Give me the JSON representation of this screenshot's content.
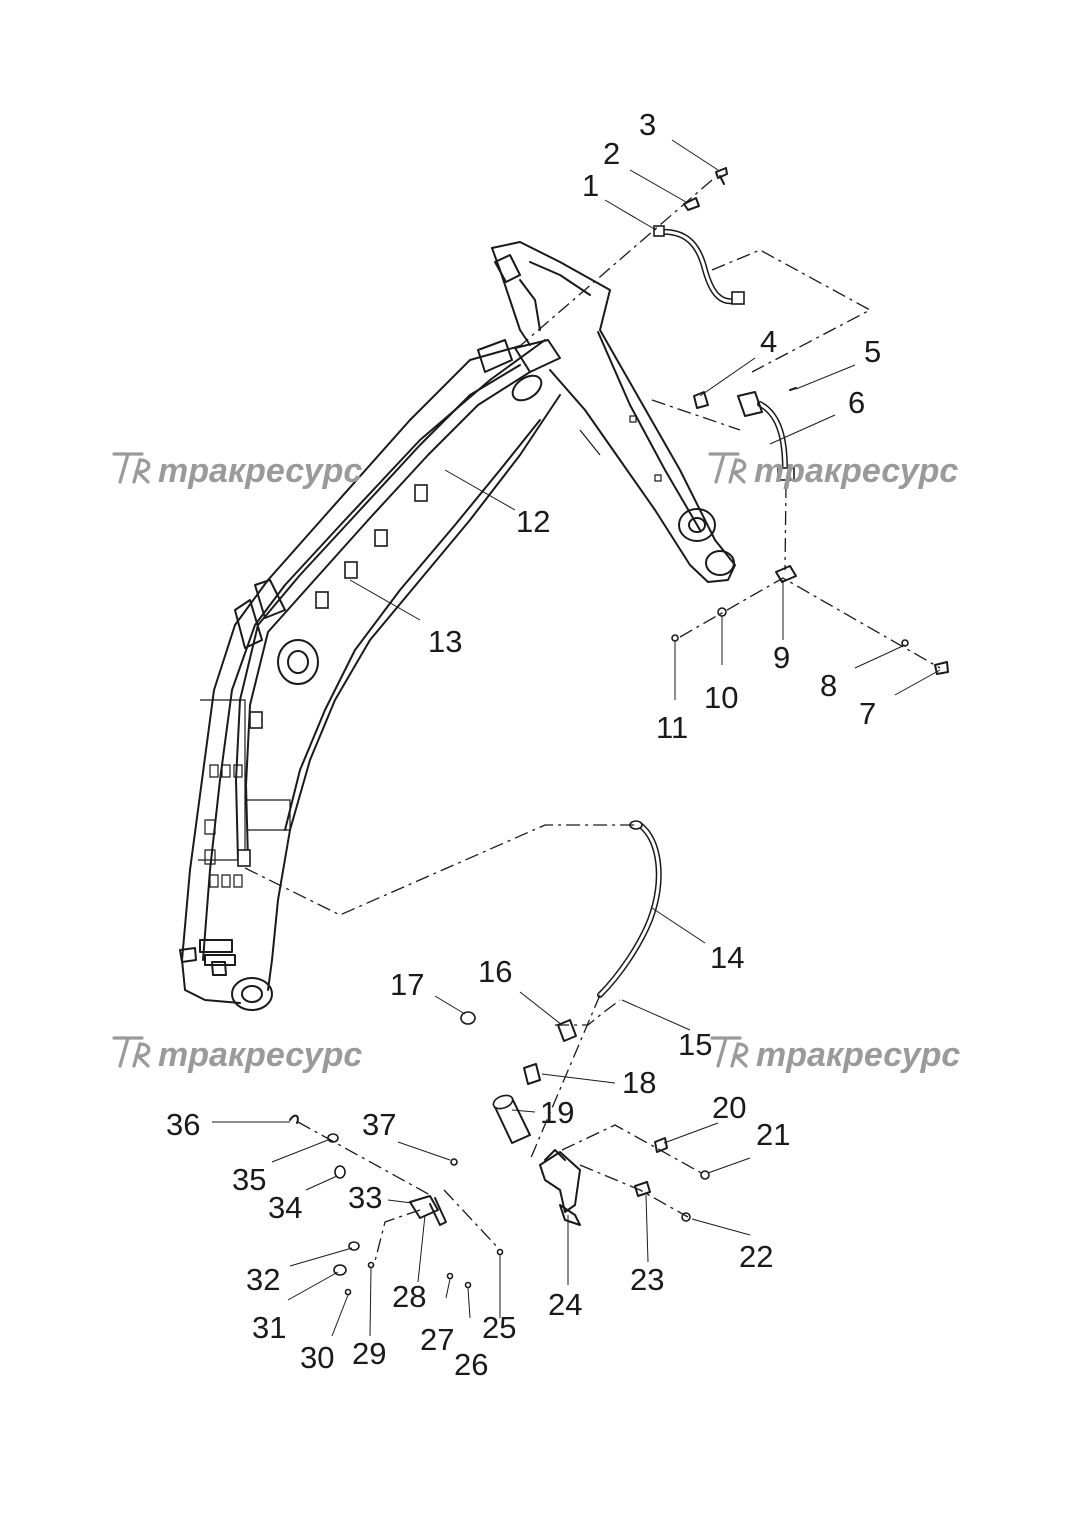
{
  "watermark": {
    "text": "тракресурс",
    "logo_icon": "tr-logo-icon",
    "color": "#9a9a9a"
  },
  "callouts": [
    "1",
    "2",
    "3",
    "4",
    "5",
    "6",
    "7",
    "8",
    "9",
    "10",
    "11",
    "12",
    "13",
    "14",
    "15",
    "16",
    "17",
    "18",
    "19",
    "20",
    "21",
    "22",
    "23",
    "24",
    "25",
    "26",
    "27",
    "28",
    "29",
    "30",
    "31",
    "32",
    "33",
    "34",
    "35",
    "36",
    "37"
  ],
  "colors": {
    "line": "#1a1a1a",
    "background": "#ffffff"
  }
}
